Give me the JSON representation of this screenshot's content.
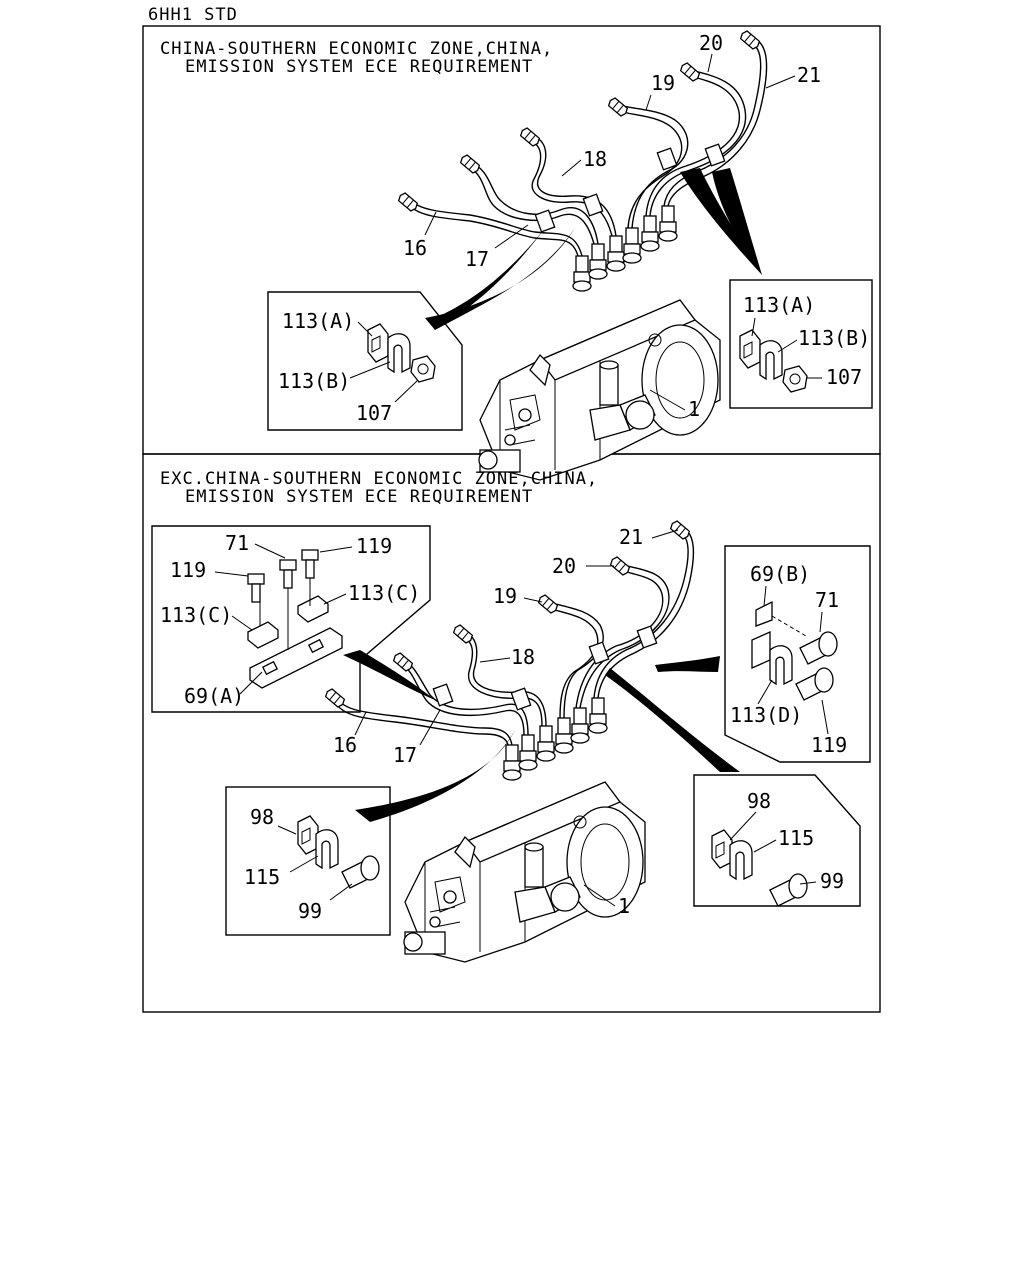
{
  "page_label": "6HH1 STD",
  "upper": {
    "heading_line1": "CHINA-SOUTHERN ECONOMIC ZONE,CHINA,",
    "heading_line2": "EMISSION SYSTEM ECE REQUIREMENT",
    "labels": {
      "p16": "16",
      "p17": "17",
      "p18": "18",
      "p19": "19",
      "p20": "20",
      "p21": "21",
      "p1": "1",
      "left_113a": "113(A)",
      "left_113b": "113(B)",
      "left_107": "107",
      "right_113a": "113(A)",
      "right_113b": "113(B)",
      "right_107": "107"
    }
  },
  "lower": {
    "heading_line1": "EXC.CHINA-SOUTHERN ECONOMIC ZONE,CHINA,",
    "heading_line2": "EMISSION SYSTEM ECE REQUIREMENT",
    "labels": {
      "p21": "21",
      "p20": "20",
      "p19": "19",
      "p18": "18",
      "p16": "16",
      "p17": "17",
      "p1": "1",
      "tl_71": "71",
      "tl_119a": "119",
      "tl_119b": "119",
      "tl_113c_left": "113(C)",
      "tl_113c_right": "113(C)",
      "tl_69a": "69(A)",
      "tr_69b": "69(B)",
      "tr_71": "71",
      "tr_113d": "113(D)",
      "tr_119": "119",
      "bl_98": "98",
      "bl_115": "115",
      "bl_99": "99",
      "br_98": "98",
      "br_115": "115",
      "br_99": "99"
    }
  }
}
